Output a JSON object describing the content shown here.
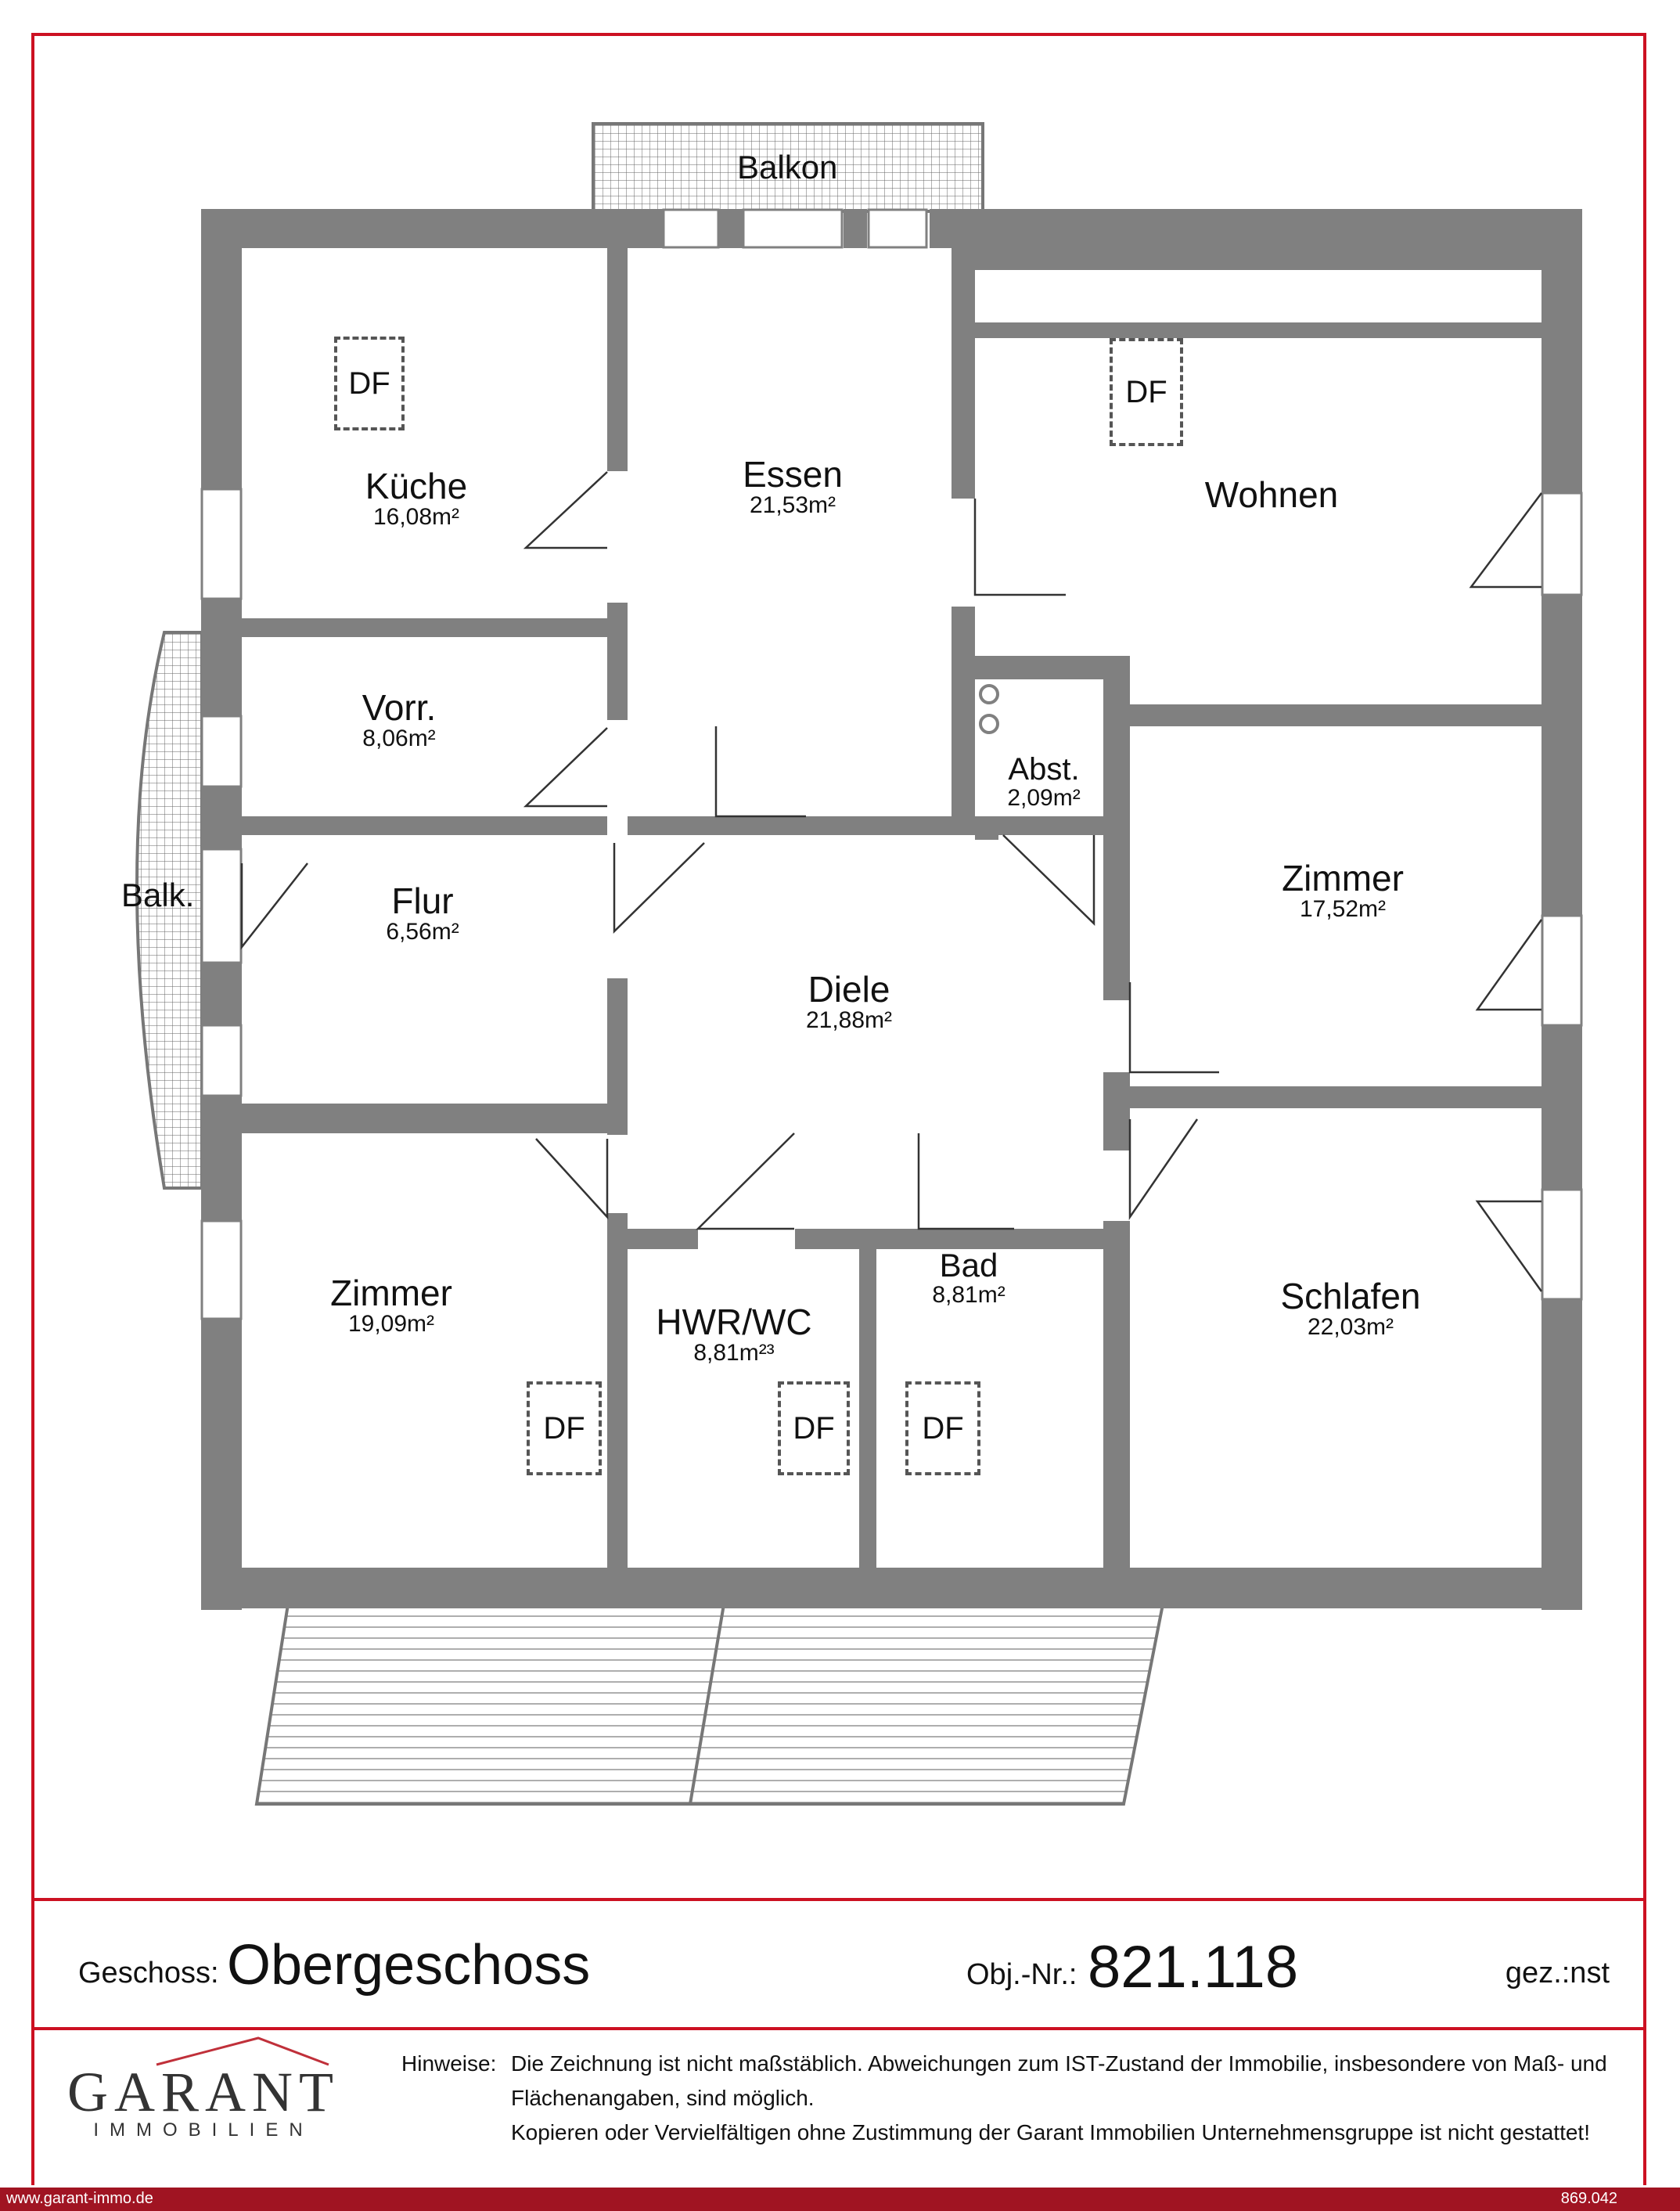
{
  "rooms": {
    "kueche": {
      "name": "Küche",
      "area": "16,08m²"
    },
    "essen": {
      "name": "Essen",
      "area": "21,53m²"
    },
    "wohnen": {
      "name": "Wohnen"
    },
    "vorr": {
      "name": "Vorr.",
      "area": "8,06m²"
    },
    "abst": {
      "name": "Abst.",
      "area": "2,09m²"
    },
    "flur": {
      "name": "Flur",
      "area": "6,56m²"
    },
    "diele": {
      "name": "Diele",
      "area": "21,88m²"
    },
    "zimmer_right": {
      "name": "Zimmer",
      "area": "17,52m²"
    },
    "zimmer_left": {
      "name": "Zimmer",
      "area": "19,09m²"
    },
    "hwr": {
      "name": "HWR/WC",
      "area": "8,81m²³"
    },
    "bad": {
      "name": "Bad",
      "area": "8,81m²"
    },
    "schlafen": {
      "name": "Schlafen",
      "area": "22,03m²"
    }
  },
  "labels": {
    "balkon": "Balkon",
    "balk": "Balk.",
    "df": "DF"
  },
  "title": {
    "geschoss_label": "Geschoss:",
    "geschoss_value": "Obergeschoss",
    "obj_label": "Obj.-Nr.:",
    "obj_value": "821.118",
    "gez": "gez.:nst"
  },
  "logo": {
    "word": "GARANT",
    "sub": "IMMOBILIEN"
  },
  "notice": {
    "label": "Hinweise:",
    "line1": "Die Zeichnung ist nicht maßstäblich. Abweichungen zum IST-Zustand der Immobilie, insbesondere von Maß- und Flächenangaben, sind möglich.",
    "line2": "Kopieren oder Vervielfältigen ohne Zustimmung der Garant Immobilien Unternehmensgruppe ist nicht gestattet!"
  },
  "footer": {
    "url": "www.garant-immo.de",
    "code": "869.042"
  },
  "colors": {
    "wall": "#808080",
    "frame": "#cc1122",
    "footer": "#a01422"
  }
}
